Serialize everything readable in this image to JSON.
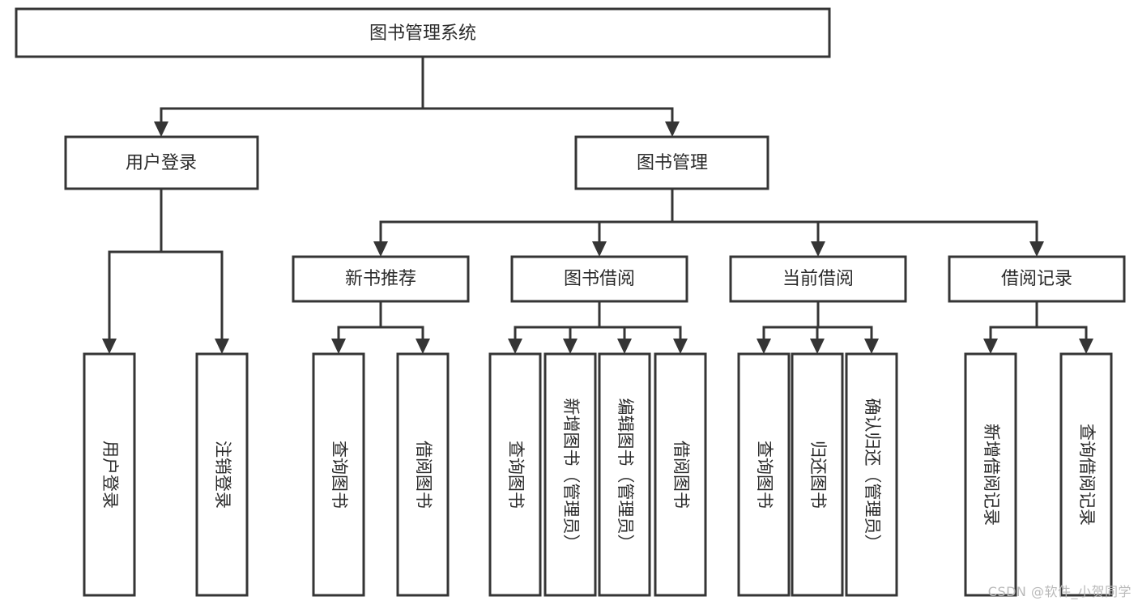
{
  "diagram": {
    "type": "tree-hierarchy",
    "title": "图书管理系统",
    "watermark": "CSDN @软件_小贺同学",
    "colors": {
      "stroke": "#353535",
      "fill": "#ffffff",
      "text": "#2b2b2b",
      "watermark": "#b9b9b9"
    },
    "levels": {
      "root": {
        "label": "图书管理系统",
        "orientation": "horizontal"
      },
      "level1": [
        {
          "label": "用户登录",
          "orientation": "horizontal"
        },
        {
          "label": "图书管理",
          "orientation": "horizontal"
        }
      ],
      "level2": [
        {
          "label": "新书推荐",
          "orientation": "horizontal",
          "parent": "图书管理"
        },
        {
          "label": "图书借阅",
          "orientation": "horizontal",
          "parent": "图书管理"
        },
        {
          "label": "当前借阅",
          "orientation": "horizontal",
          "parent": "图书管理"
        },
        {
          "label": "借阅记录",
          "orientation": "horizontal",
          "parent": "图书管理"
        }
      ],
      "leaves": [
        {
          "label": "用户登录",
          "orientation": "vertical",
          "parent": "用户登录"
        },
        {
          "label": "注销登录",
          "orientation": "vertical",
          "parent": "用户登录"
        },
        {
          "label": "查询图书",
          "orientation": "vertical",
          "parent": "新书推荐"
        },
        {
          "label": "借阅图书",
          "orientation": "vertical",
          "parent": "新书推荐"
        },
        {
          "label": "查询图书",
          "orientation": "vertical",
          "parent": "图书借阅"
        },
        {
          "label": "新增图书（管理员）",
          "orientation": "vertical",
          "parent": "图书借阅"
        },
        {
          "label": "编辑图书（管理员）",
          "orientation": "vertical",
          "parent": "图书借阅"
        },
        {
          "label": "借阅图书",
          "orientation": "vertical",
          "parent": "图书借阅"
        },
        {
          "label": "查询图书",
          "orientation": "vertical",
          "parent": "当前借阅"
        },
        {
          "label": "归还图书",
          "orientation": "vertical",
          "parent": "当前借阅"
        },
        {
          "label": "确认归还（管理员）",
          "orientation": "vertical",
          "parent": "当前借阅"
        },
        {
          "label": "新增借阅记录",
          "orientation": "vertical",
          "parent": "借阅记录"
        },
        {
          "label": "查询借阅记录",
          "orientation": "vertical",
          "parent": "借阅记录"
        }
      ]
    }
  }
}
